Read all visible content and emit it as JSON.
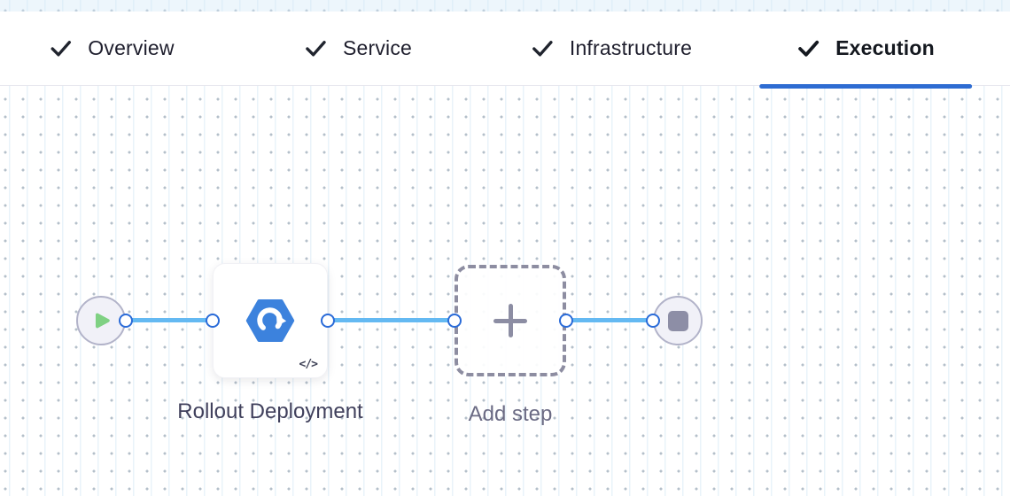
{
  "tabs": [
    {
      "label": "Overview",
      "completed": true,
      "active": false
    },
    {
      "label": "Service",
      "completed": true,
      "active": false
    },
    {
      "label": "Infrastructure",
      "completed": true,
      "active": false
    },
    {
      "label": "Execution",
      "completed": true,
      "active": true
    }
  ],
  "pipeline": {
    "start_node": {
      "icon": "play-icon"
    },
    "steps": [
      {
        "name": "Rollout Deployment",
        "icon": "rolling-deployment-hexagon-icon",
        "code_badge": "</>"
      }
    ],
    "add_step": {
      "label": "Add step",
      "icon": "plus-icon"
    },
    "end_node": {
      "icon": "stop-icon"
    }
  },
  "colors": {
    "active_tab_underline": "#2e6cd2",
    "edge_blue": "#64b9f2",
    "port_ring_blue": "#2a6bd8",
    "step_icon_blue": "#3c82dd",
    "play_green": "#7fd183",
    "stop_gray": "#8d8ea6",
    "grid_dot": "#b4bfca"
  }
}
